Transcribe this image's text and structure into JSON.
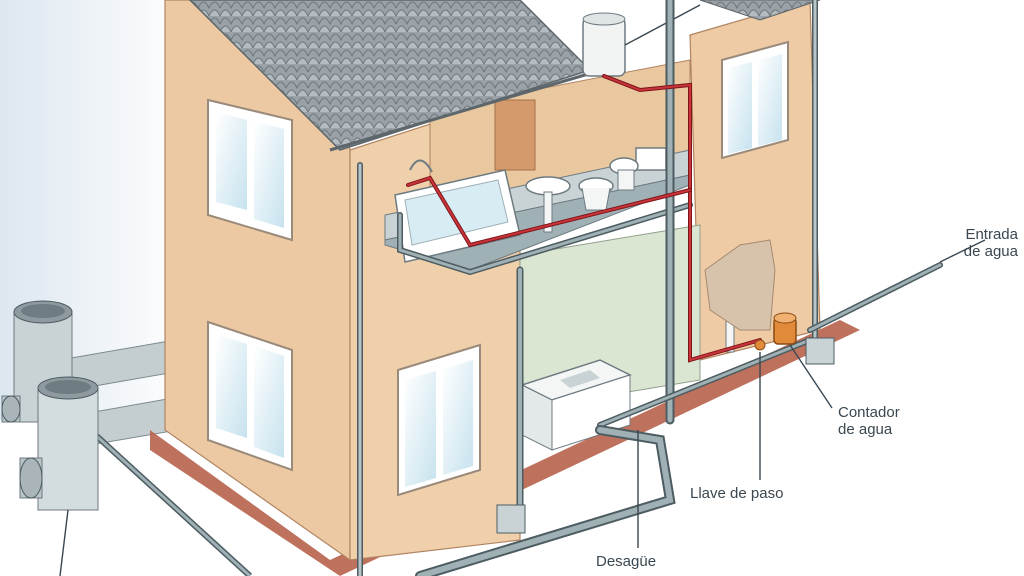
{
  "labels": {
    "water_inlet_line1": "Entrada",
    "water_inlet_line2": "de agua",
    "water_meter_line1": "Contador",
    "water_meter_line2": "de agua",
    "shutoff_valve": "Llave de paso",
    "drain": "Desagüe"
  },
  "colors": {
    "wall": "#ecc9a3",
    "wall_shade": "#d9b08a",
    "roof": "#8f979c",
    "pipe_grey": "#9fb1b5",
    "pipe_dark": "#4d5c61",
    "hot_pipe": "#b3242a",
    "window_glass": "#d8ecf4",
    "sky_tint": "#dce7f0",
    "floor_green": "#dbe6d2",
    "ground_strip": "#b7634d"
  }
}
